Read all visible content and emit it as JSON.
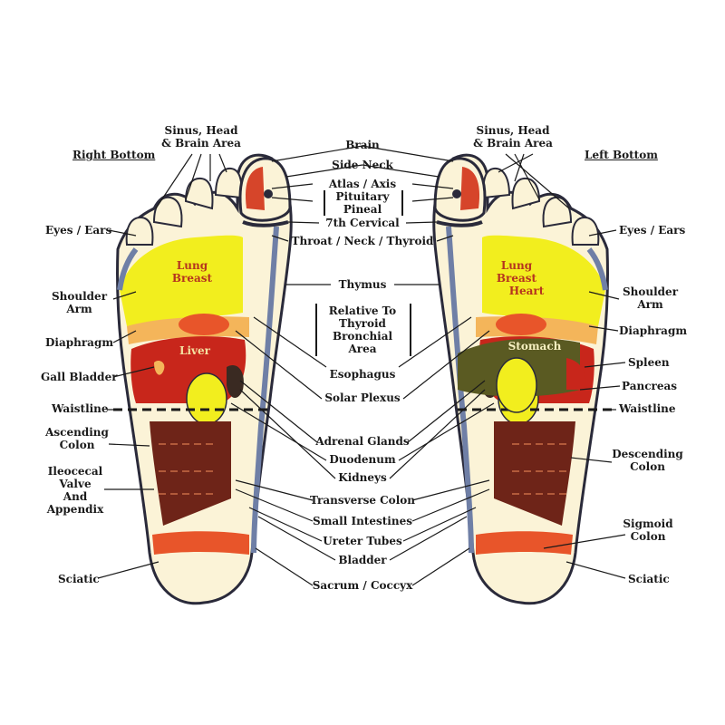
{
  "headers": {
    "right_bottom": "Right Bottom",
    "left_bottom": "Left Bottom"
  },
  "left_labels": {
    "sinus_head_1": "Sinus, Head",
    "sinus_head_2": "& Brain Area",
    "eyes_ears": "Eyes / Ears",
    "shoulder_arm_1": "Shoulder",
    "shoulder_arm_2": "Arm",
    "diaphragm": "Diaphragm",
    "gall_bladder": "Gall Bladder",
    "waistline": "Waistline",
    "ascending_colon_1": "Ascending",
    "ascending_colon_2": "Colon",
    "ileocecal_1": "Ileocecal",
    "ileocecal_2": "Valve",
    "ileocecal_3": "And",
    "ileocecal_4": "Appendix",
    "sciatic": "Sciatic"
  },
  "right_labels": {
    "sinus_head_1": "Sinus, Head",
    "sinus_head_2": "& Brain Area",
    "eyes_ears": "Eyes / Ears",
    "shoulder_arm_1": "Shoulder",
    "shoulder_arm_2": "Arm",
    "diaphragm": "Diaphragm",
    "spleen": "Spleen",
    "pancreas": "Pancreas",
    "waistline": "Waistline",
    "descending_colon_1": "Descending",
    "descending_colon_2": "Colon",
    "sigmoid_colon_1": "Sigmoid",
    "sigmoid_colon_2": "Colon",
    "sciatic": "Sciatic"
  },
  "center_labels": {
    "brain": "Brain",
    "side_neck": "Side Neck",
    "atlas_axis": "Atlas / Axis",
    "pituitary": "Pituitary",
    "pineal": "Pineal",
    "cervical": "7th Cervical",
    "throat": "Throat / Neck / Thyroid",
    "thymus": "Thymus",
    "relative_1": "Relative To",
    "relative_2": "Thyroid",
    "relative_3": "Bronchial",
    "relative_4": "Area",
    "esophagus": "Esophagus",
    "solar_plexus": "Solar Plexus",
    "adrenal": "Adrenal Glands",
    "duodenum": "Duodenum",
    "kidneys": "Kidneys",
    "transverse": "Transverse Colon",
    "small_intestines": "Small Intestines",
    "ureter": "Ureter Tubes",
    "bladder": "Bladder",
    "sacrum": "Sacrum / Coccyx"
  },
  "zone_labels": {
    "left_lung_1": "Lung",
    "left_lung_2": "Breast",
    "left_liver": "Liver",
    "right_lung_1": "Lung",
    "right_lung_2": "Breast",
    "right_heart": "Heart",
    "right_stomach": "Stomach"
  },
  "colors": {
    "foot_fill": "#fbf3d7",
    "outline": "#2a2a3a",
    "yellow": "#f2ee1e",
    "orange": "#e8552a",
    "red": "#c8261b",
    "brown": "#6e2418",
    "olive": "#5a5a22",
    "peach": "#f4b55a",
    "spine_blue": "#6f7fa6"
  }
}
